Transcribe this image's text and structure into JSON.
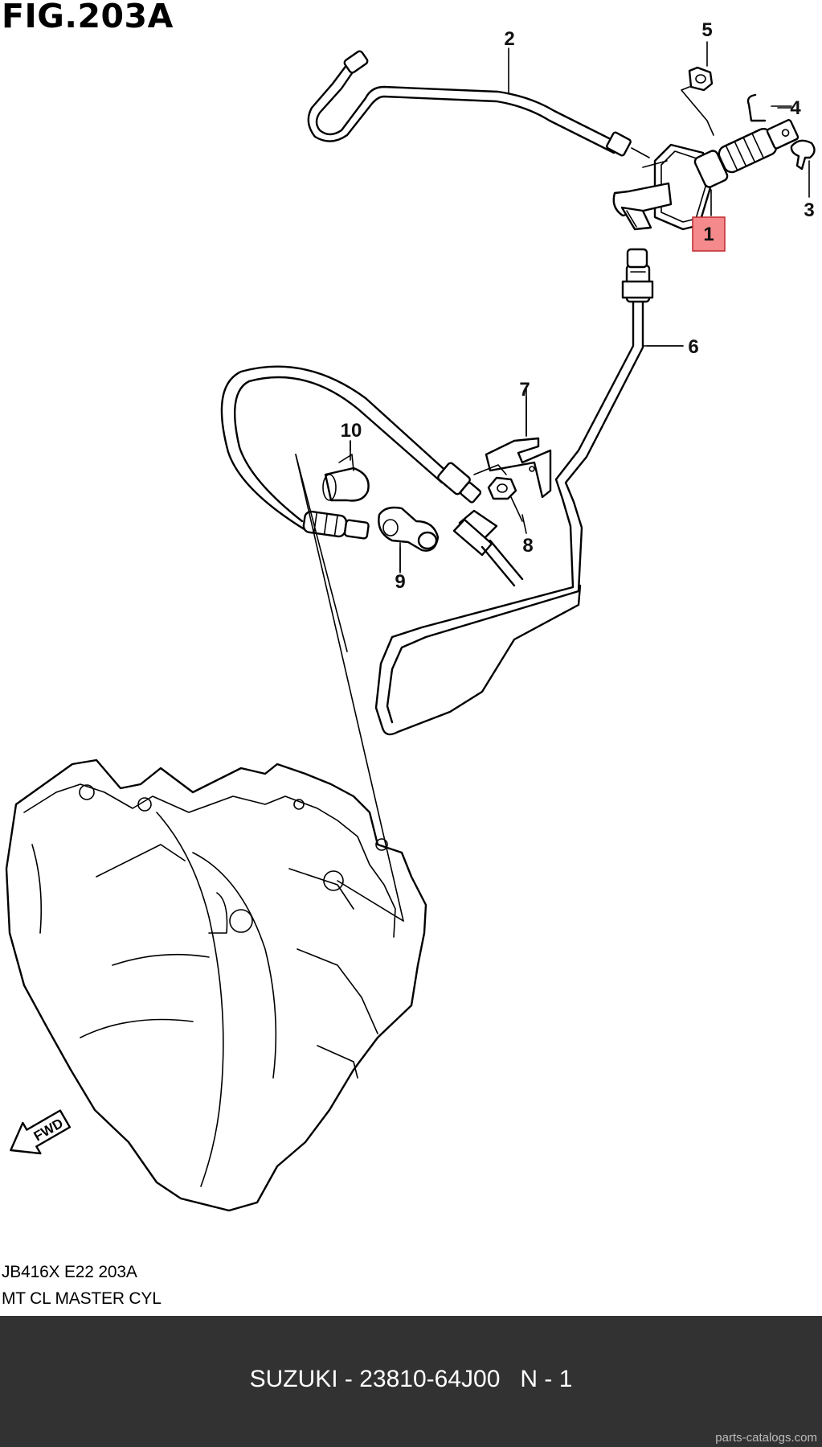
{
  "figure": {
    "title": "FIG.203A",
    "caption_code": "JB416X E22 203A",
    "caption_name": "MT CL MASTER CYL"
  },
  "callouts": [
    {
      "id": "1",
      "label": "1",
      "highlighted": true
    },
    {
      "id": "2",
      "label": "2",
      "highlighted": false
    },
    {
      "id": "3",
      "label": "3",
      "highlighted": false
    },
    {
      "id": "4",
      "label": "4",
      "highlighted": false
    },
    {
      "id": "5",
      "label": "5",
      "highlighted": false
    },
    {
      "id": "6",
      "label": "6",
      "highlighted": false
    },
    {
      "id": "7",
      "label": "7",
      "highlighted": false
    },
    {
      "id": "8",
      "label": "8",
      "highlighted": false
    },
    {
      "id": "9",
      "label": "9",
      "highlighted": false
    },
    {
      "id": "10",
      "label": "10",
      "highlighted": false
    }
  ],
  "fwd_label": "FWD",
  "footer": {
    "text": "SUZUKI - 23810-64J00   N - 1",
    "watermark": "parts-catalogs.com"
  },
  "colors": {
    "highlight_fill": "#f48a8c",
    "highlight_stroke": "#c0272d",
    "footer_bg": "#323232",
    "footer_text": "#ffffff"
  }
}
